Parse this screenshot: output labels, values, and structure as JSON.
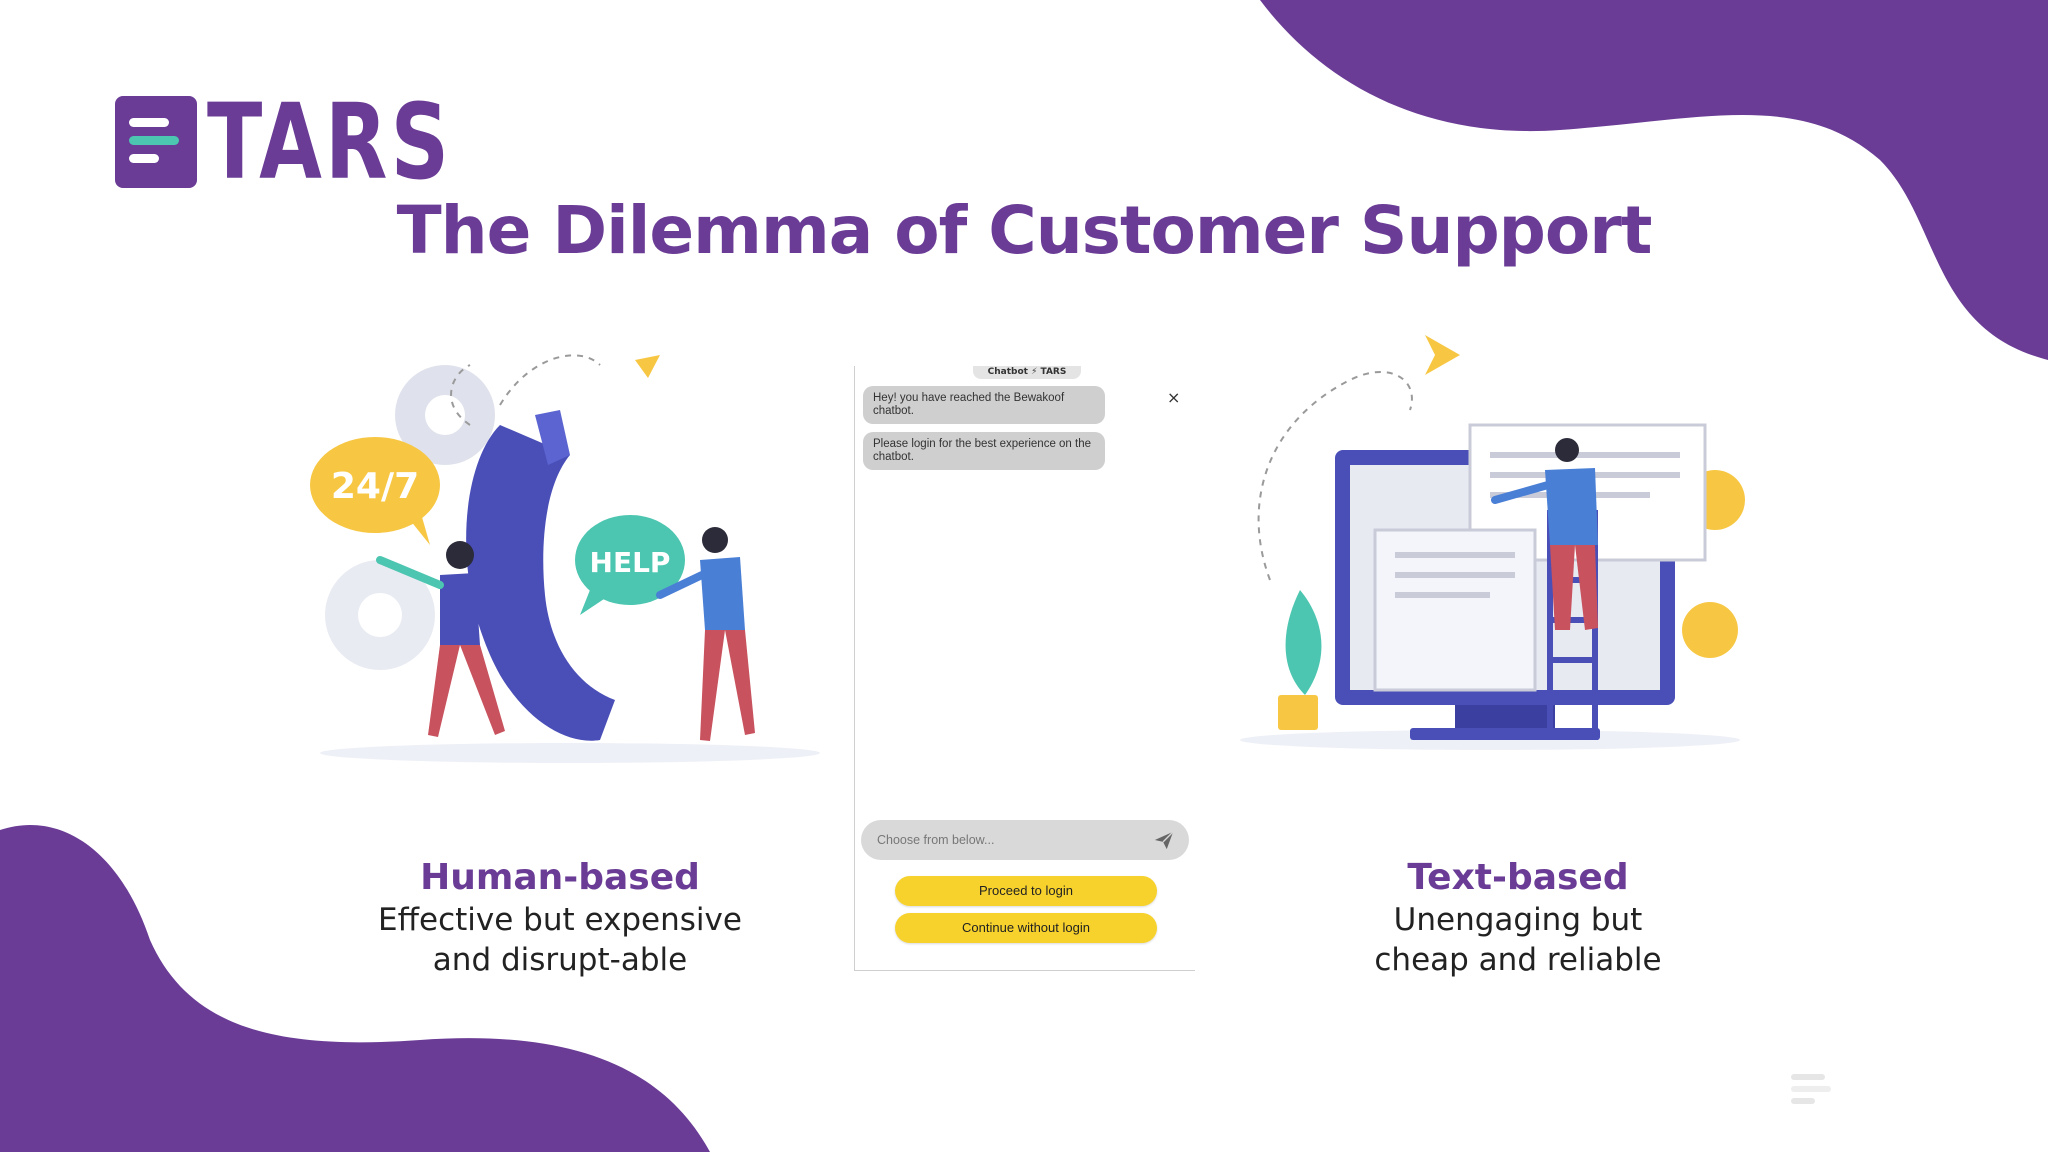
{
  "brand": {
    "name": "TARS",
    "color": "#6a3c96"
  },
  "slide": {
    "title": "The Dilemma of Customer Support"
  },
  "left": {
    "title": "Human-based",
    "line1": "Effective but expensive",
    "line2": "and disrupt-able",
    "bubble_247": "24/7",
    "bubble_help": "HELP"
  },
  "right": {
    "title": "Text-based",
    "line1": "Unengaging but",
    "line2": "cheap and reliable"
  },
  "chat": {
    "header": "Chatbot ⚡ TARS",
    "messages": [
      "Hey! you have reached the Bewakoof chatbot.",
      "Please login for the best experience on the chatbot."
    ],
    "close_glyph": "×",
    "input_placeholder": "Choose from below...",
    "buttons": [
      "Proceed to login",
      "Continue without login"
    ]
  },
  "colors": {
    "purple": "#6a3c96",
    "yellow": "#f7d22c",
    "blue": "#4a4fb8",
    "teal": "#4cc6b0"
  }
}
